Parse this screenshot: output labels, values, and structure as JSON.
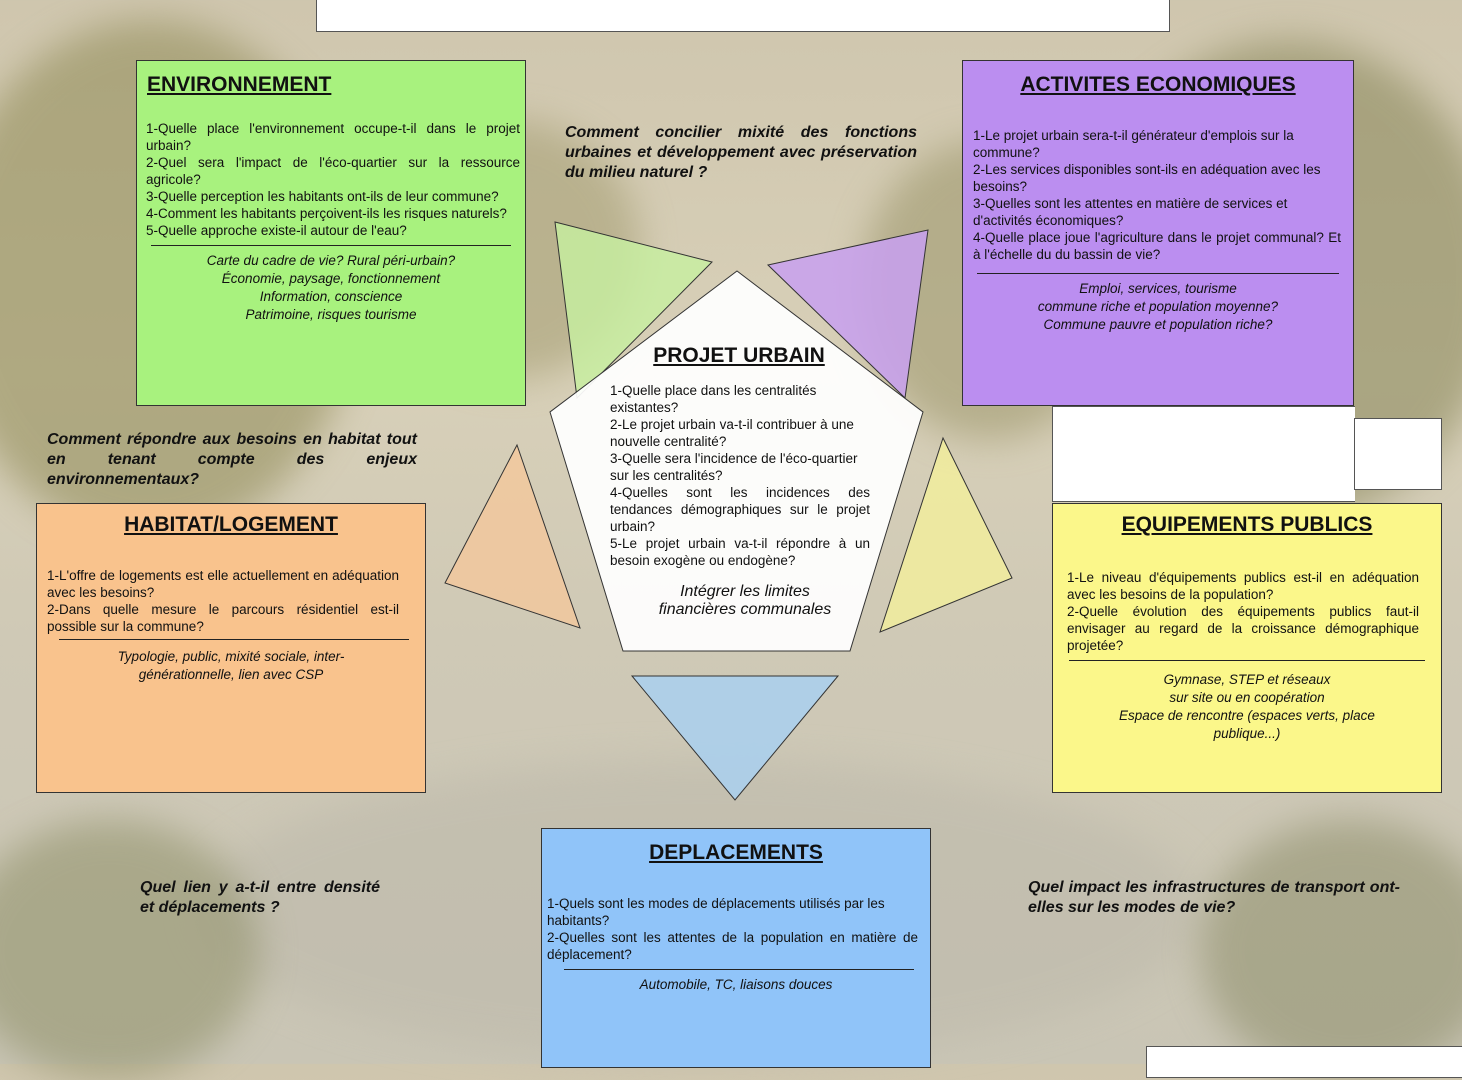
{
  "colors": {
    "environnement": "#a8f27e",
    "activites": "#bb8ef0",
    "habitat": "#f9c38d",
    "equipements": "#fbf78a",
    "deplacements": "#90c4f9",
    "projet": "#ffffff"
  },
  "environnement": {
    "title": "ENVIRONNEMENT",
    "questions": [
      "1-Quelle place l'environnement occupe-t-il dans le projet urbain?",
      "2-Quel sera l'impact de l'éco-quartier sur la ressource agricole?",
      "3-Quelle perception les habitants ont-ils de leur commune?",
      "4-Comment les habitants perçoivent-ils les risques naturels?",
      "5-Quelle approche existe-il autour de l'eau?"
    ],
    "notes": [
      "Carte du cadre de vie? Rural péri-urbain?",
      "Économie, paysage, fonctionnement",
      "Information, conscience",
      "Patrimoine, risques tourisme"
    ]
  },
  "activites": {
    "title": "ACTIVITES ECONOMIQUES",
    "questions": [
      "1-Le projet urbain sera-t-il générateur d'emplois sur la commune?",
      "2-Les services disponibles sont-ils en adéquation avec les besoins?",
      "3-Quelles sont les attentes en matière de services et d'activités économiques?",
      "4-Quelle place joue l'agriculture dans le projet communal? Et à l'échelle du du bassin de vie?"
    ],
    "notes": [
      "Emploi, services, tourisme",
      "commune riche et population moyenne?",
      "Commune pauvre et population riche?"
    ]
  },
  "habitat": {
    "title": "HABITAT/LOGEMENT",
    "questions": [
      "1-L'offre de logements est elle actuellement en adéquation avec les besoins?",
      "2-Dans quelle mesure le parcours résidentiel est-il possible sur la commune?"
    ],
    "notes": [
      "Typologie, public, mixité sociale, inter-",
      "générationnelle, lien avec CSP"
    ]
  },
  "equipements": {
    "title": "EQUIPEMENTS PUBLICS",
    "questions": [
      "1-Le niveau d'équipements publics est-il en adéquation avec les besoins de la population?",
      "2-Quelle évolution des équipements publics faut-il envisager au regard de la croissance démographique projetée?"
    ],
    "notes": [
      "Gymnase, STEP et réseaux",
      "sur site ou en coopération",
      "Espace de rencontre (espaces verts, place",
      "publique...)"
    ]
  },
  "deplacements": {
    "title": "DEPLACEMENTS",
    "questions": [
      "1-Quels sont les modes de déplacements utilisés par les habitants?",
      "2-Quelles sont les attentes de la population en matière de déplacement?"
    ],
    "notes": [
      "Automobile, TC, liaisons douces"
    ]
  },
  "projet": {
    "title": "PROJET URBAIN",
    "questions": [
      "1-Quelle place dans les centralités existantes?",
      "2-Le projet urbain va-t-il contribuer à une nouvelle centralité?",
      "3-Quelle sera l'incidence de l'éco-quartier sur les centralités?",
      "4-Quelles sont les incidences des tendances démographiques sur le projet urbain?",
      "5-Le projet urbain va-t-il répondre à un besoin exogène ou endogène?"
    ],
    "note_line1": "Intégrer les limites",
    "note_line2": "financières communales"
  },
  "questions": {
    "top": "Comment concilier mixité des fonctions urbaines et développement avec préservation du milieu naturel ?",
    "left": "Comment répondre aux besoins en habitat tout en tenant compte des enjeux environnementaux?",
    "bottom_left": "Quel lien y a-t-il entre densité et déplacements ?",
    "bottom_right": "Quel impact les infrastructures de transport ont-elles sur les modes de vie?"
  }
}
